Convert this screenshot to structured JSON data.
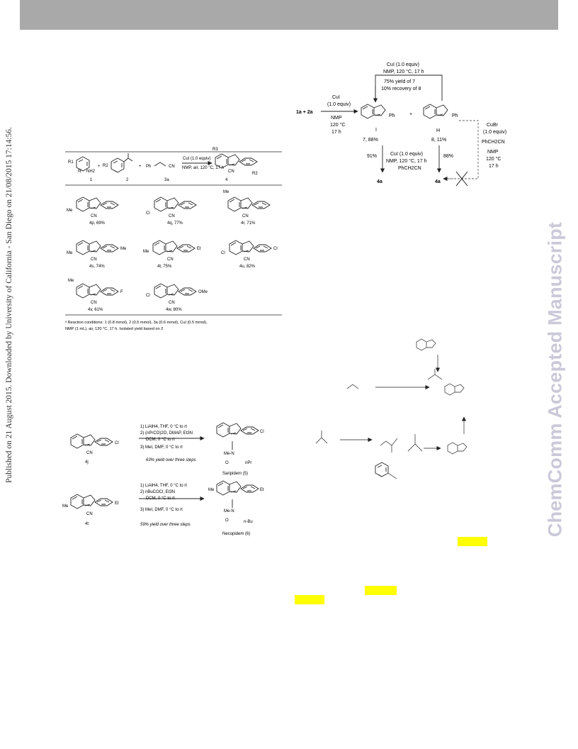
{
  "sidebar_text": "Published on 21 August 2015. Downloaded by University of California - San Diego on 21/08/2015 17:14:56.",
  "watermark": "ChemComm Accepted Manuscript",
  "scheme_left": {
    "general": {
      "reagents": "CuI (1.0 equiv)",
      "conditions": "NMP, air, 120 °C, 17 h",
      "r1": "R1",
      "r2": "R2",
      "r3": "R3",
      "nh2": "NH2",
      "n": "N",
      "ph": "Ph",
      "cn": "CN",
      "labels": [
        "1",
        "2",
        "3a",
        "4"
      ]
    },
    "products": [
      {
        "label": "4p, 69%",
        "sub": "Me",
        "aryl": ""
      },
      {
        "label": "4q, 77%",
        "sub": "Cl",
        "aryl": ""
      },
      {
        "label": "4r, 71%",
        "sub": "Me",
        "aryl": ""
      },
      {
        "label": "4s, 74%",
        "sub": "Me",
        "aryl": "Me"
      },
      {
        "label": "4t, 75%",
        "sub": "Me",
        "aryl": "Et"
      },
      {
        "label": "4u, 82%",
        "sub": "Cl",
        "aryl": "Cl"
      },
      {
        "label": "4v, 61%",
        "sub": "Me",
        "aryl": "F"
      },
      {
        "label": "4w, 80%",
        "sub": "Cl",
        "aryl": "OMe"
      }
    ],
    "footnote": [
      "ᵃ Reaction conditions: 1 (0.8 mmol), 2 (0.5 mmol), 3a (0.6 mmol), CuI (0.5 mmol),",
      "NMP (1 mL), air, 120 °C, 17 h. Isolated yield based on 2"
    ]
  },
  "scheme_right": {
    "top_conditions": [
      "CuI (1.0 equiv)",
      "NMP, 120 °C, 17 h"
    ],
    "return_text": [
      "75% yield of 7",
      "10% recovery of 8"
    ],
    "start": "1a + 2a",
    "left_conditions": [
      "CuI",
      "(1.0 equiv)",
      "NMP",
      "120 °C",
      "17 h"
    ],
    "prod7": "7, 88%",
    "prod8": "8, 11%",
    "plus": "+",
    "i": "I",
    "h": "H",
    "ph": "Ph",
    "right_conditions": [
      "CuBr",
      "(1.0 equiv)",
      "PhCH2CN",
      "NMP",
      "120 °C",
      "17 h"
    ],
    "mid_conditions": [
      "CuI (1.0 equiv)",
      "NMP, 120 °C, 17 h",
      "PhCH2CN"
    ],
    "y91": "91%",
    "y88": "88%",
    "p4a_left": "4a",
    "p4a_right": "4a"
  },
  "scheme_drugs": {
    "zol": {
      "sm": "4j",
      "steps": [
        "1) LiAlH4, THF, 0 °C to rt",
        "2) (nPrCO)2O, DMAP, Et3N",
        "DCM, 0 °C to rt",
        "3) MeI, DMF, 0 °C to rt"
      ],
      "yield": "63% yield over three steps",
      "name": "Saripidem (5)",
      "aryl": "Cl",
      "amide": "nPr",
      "nme": "Me-N"
    },
    "alp": {
      "sm": "4t",
      "steps": [
        "1) LiAlH4, THF, 0 °C to rt",
        "2) nBuCOCl, Et3N",
        "DCM, 0 °C to rt",
        "3) MeI, DMF, 0 °C to rt"
      ],
      "yield": "59% yield over three steps",
      "name": "Necopidem (6)",
      "aryl": "Et",
      "amide": "n-Bu",
      "nme": "Me-N",
      "sub": "Me"
    },
    "cn": "CN"
  },
  "colors": {
    "header": "#a9a9a9",
    "highlight": "#ffff00",
    "watermark": "#c9c9d9"
  }
}
